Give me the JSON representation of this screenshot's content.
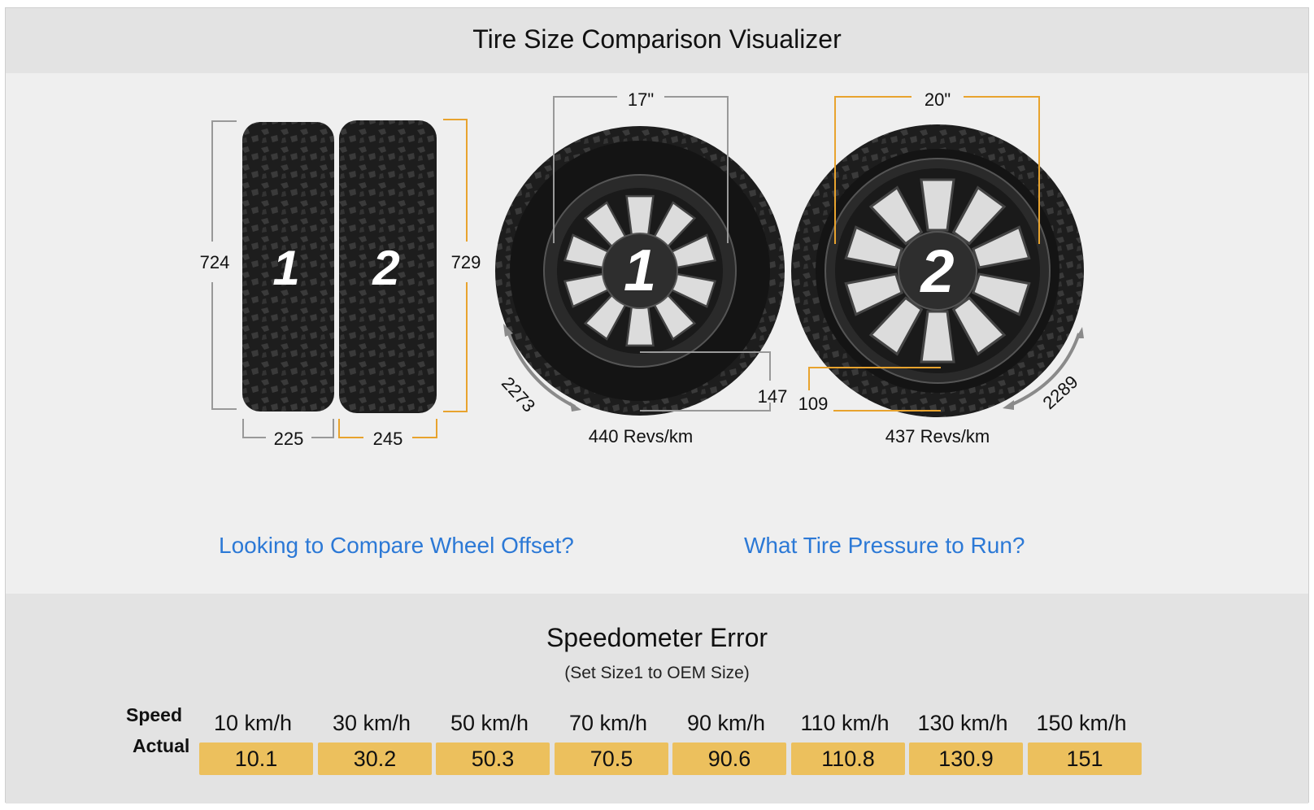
{
  "title": "Tire Size Comparison Visualizer",
  "tire1": {
    "label": "1",
    "height": "724",
    "width": "225",
    "rim": "17\"",
    "sidewall": "147",
    "circumference": "2273",
    "revs": "440 Revs/km"
  },
  "tire2": {
    "label": "2",
    "height": "729",
    "width": "245",
    "rim": "20\"",
    "sidewall": "109",
    "circumference": "2289",
    "revs": "437 Revs/km"
  },
  "links": {
    "offset": "Looking to Compare Wheel Offset?",
    "pressure": "What Tire Pressure to Run?"
  },
  "speedometer": {
    "title": "Speedometer Error",
    "subtitle": "(Set Size1 to OEM Size)",
    "speed_label": "Speed",
    "actual_label": "Actual",
    "speeds": [
      "10 km/h",
      "30 km/h",
      "50 km/h",
      "70 km/h",
      "90 km/h",
      "110 km/h",
      "130 km/h",
      "150 km/h"
    ],
    "actuals": [
      "10.1",
      "30.2",
      "50.3",
      "70.5",
      "90.6",
      "110.8",
      "130.9",
      "151"
    ]
  },
  "colors": {
    "size1": "#999999",
    "size2": "#e8a32e",
    "link": "#2c79d6",
    "actual_bg": "#ecc05d"
  }
}
